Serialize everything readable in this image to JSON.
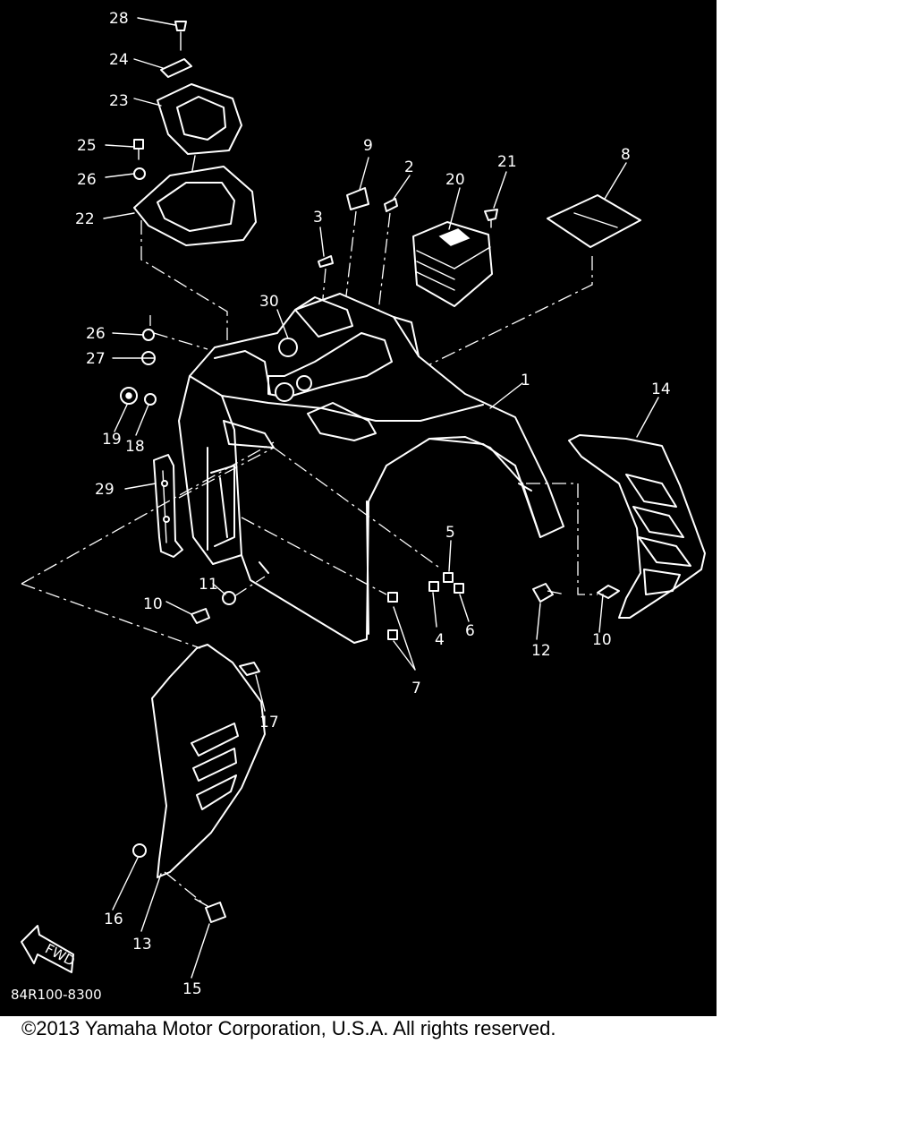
{
  "diagram": {
    "part_code": "84R100-8300",
    "fwd_label": "FWD",
    "callouts": [
      "28",
      "24",
      "23",
      "25",
      "26",
      "22",
      "9",
      "2",
      "3",
      "20",
      "21",
      "8",
      "30",
      "26",
      "27",
      "1",
      "19",
      "18",
      "29",
      "14",
      "5",
      "11",
      "10",
      "4",
      "6",
      "12",
      "10",
      "7",
      "17",
      "16",
      "13",
      "15"
    ]
  },
  "footer": {
    "copyright": "©2013 Yamaha Motor Corporation, U.S.A. All rights reserved."
  },
  "colors": {
    "background": "#000000",
    "linework": "#ffffff",
    "page": "#ffffff"
  }
}
